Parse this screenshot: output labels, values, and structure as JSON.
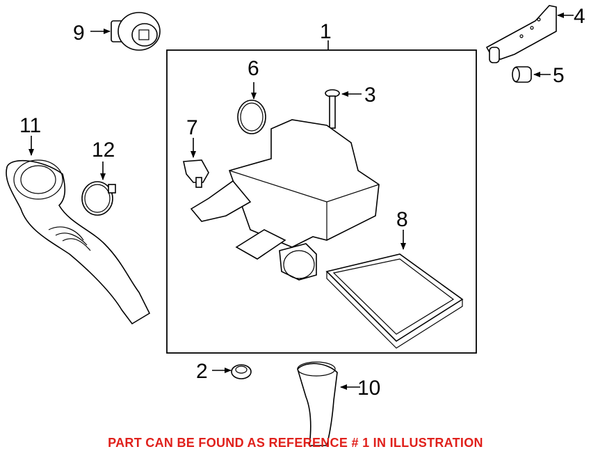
{
  "callouts": {
    "c1": "1",
    "c2": "2",
    "c3": "3",
    "c4": "4",
    "c5": "5",
    "c6": "6",
    "c7": "7",
    "c8": "8",
    "c9": "9",
    "c10": "10",
    "c11": "11",
    "c12": "12"
  },
  "note": "PART CAN BE FOUND AS REFERENCE # 1 IN ILLUSTRATION",
  "colors": {
    "note": "#e0201b",
    "lines": "#000000"
  }
}
